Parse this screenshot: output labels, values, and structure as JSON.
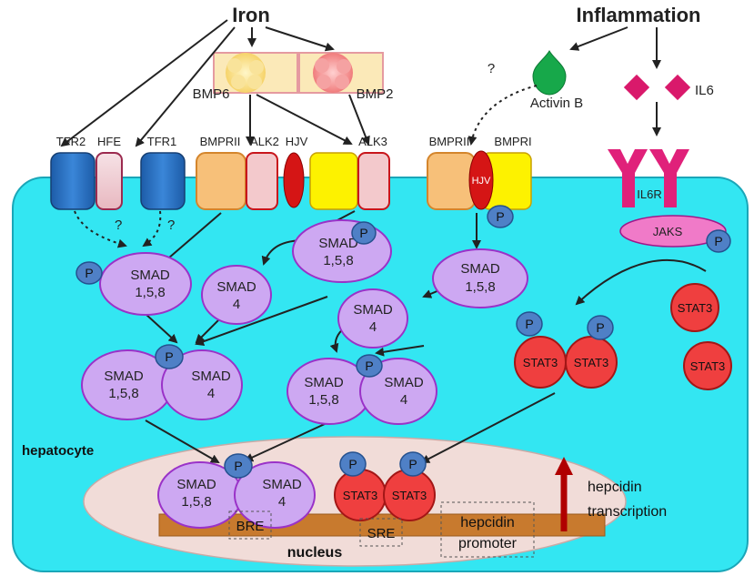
{
  "title_left": "Iron",
  "title_right": "Inflammation",
  "ligands": {
    "bmp6": "BMP6",
    "bmp2": "BMP2",
    "activin_b": "Activin B",
    "il6": "IL6",
    "question": "?"
  },
  "receptors": {
    "tfr2": "TFR2",
    "hfe": "HFE",
    "tfr1": "TFR1",
    "bmprii": "BMPRII",
    "alk2": "ALK2",
    "hjv": "HJV",
    "alk3": "ALK3",
    "bmprii_2": "BMPRII",
    "bmpri": "BMPRI",
    "hjv_2": "HJV",
    "il6r": "IL6R",
    "jaks": "JAKS"
  },
  "proteins": {
    "smad_line1": "SMAD",
    "smad158": "1,5,8",
    "smad4": "4",
    "stat3": "STAT3",
    "p": "P"
  },
  "cell": {
    "hepatocyte": "hepatocyte",
    "nucleus": "nucleus",
    "bre": "BRE",
    "sre": "SRE",
    "promoter_line1": "hepcidin",
    "promoter_line2": "promoter",
    "transcription_line1": "hepcidin",
    "transcription_line2": "transcription"
  },
  "colors": {
    "cell": "#33e6f2",
    "nucleus": "#f1dcd8",
    "smad": "#cda8f2",
    "stat3": "#ef3f3f",
    "phospho": "#4f80c6",
    "il6": "#d9196b",
    "activin": "#17a84a",
    "dna": "#c87a2e"
  }
}
